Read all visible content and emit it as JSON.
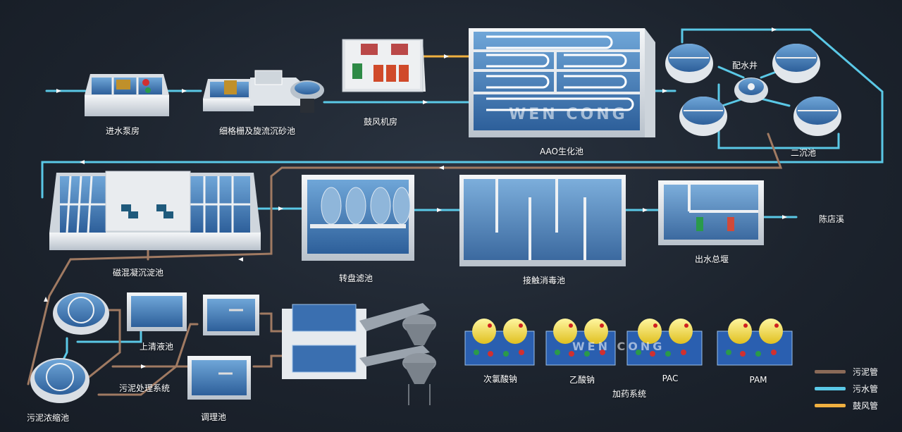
{
  "labels": {
    "intake_pump_house": "进水泵房",
    "fine_screen_grit": "细格栅及旋流沉砂池",
    "blower_room": "鼓风机房",
    "aao_tank": "AAO生化池",
    "distribution_well": "配水井",
    "secondary_clarifier": "二沉池",
    "magnetic_coag_tank": "磁混凝沉淀池",
    "disc_filter": "转盘滤池",
    "contact_disinfection": "接触消毒池",
    "outlet_weir": "出水总堰",
    "outfall": "陈店溪",
    "supernatant_tank": "上清液池",
    "sludge_thickener": "污泥浓缩池",
    "sludge_system": "污泥处理系统",
    "conditioning_tank": "调理池",
    "hypochlorite": "次氯酸钠",
    "acetate": "乙酸钠",
    "pac": "PAC",
    "pam": "PAM",
    "dosing_system": "加药系统"
  },
  "watermarks": {
    "main": "WEN  CONG",
    "dosing": "WEN  CONG"
  },
  "legend": [
    {
      "label": "污泥管",
      "color": "#8a6a58"
    },
    {
      "label": "污水管",
      "color": "#5ac8e6"
    },
    {
      "label": "鼓风管",
      "color": "#f0b040"
    }
  ],
  "colors": {
    "sewage_pipe": "#5ac8e6",
    "sludge_pipe": "#8a6a58",
    "air_pipe": "#f0b040",
    "wall": "#e8ecf0",
    "water": "#3a78b8"
  }
}
